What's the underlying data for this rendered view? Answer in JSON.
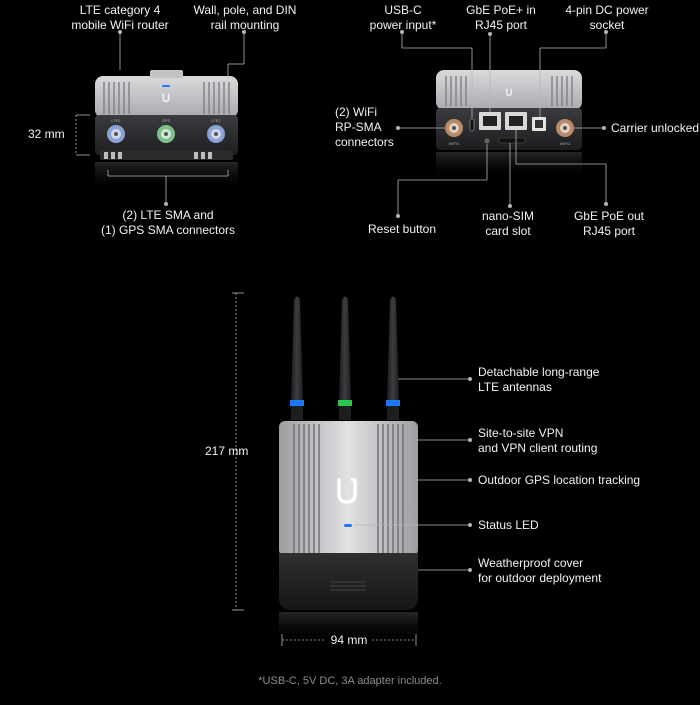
{
  "labels": {
    "lte_router": [
      "LTE category 4",
      "mobile WiFi router"
    ],
    "mounting": [
      "Wall, pole, and DIN",
      "rail mounting"
    ],
    "height_small": "32 mm",
    "lte_sma": [
      "(2) LTE SMA and",
      "(1) GPS SMA connectors"
    ],
    "usbc": [
      "USB-C",
      "power input*"
    ],
    "gbe_in": [
      "GbE PoE+ in",
      "RJ45 port"
    ],
    "dc_socket": [
      "4-pin DC power",
      "socket"
    ],
    "wifi_sma": [
      "(2) WiFi",
      "RP-SMA",
      "connectors"
    ],
    "carrier": "Carrier unlocked",
    "reset": "Reset button",
    "nanosim": [
      "nano-SIM",
      "card slot"
    ],
    "gbe_out": [
      "GbE PoE out",
      "RJ45 port"
    ],
    "antennas": [
      "Detachable long-range",
      "LTE antennas"
    ],
    "vpn": [
      "Site-to-site VPN",
      "and VPN client routing"
    ],
    "gps": "Outdoor GPS location tracking",
    "status_led": "Status LED",
    "weatherproof": [
      "Weatherproof cover",
      "for outdoor deployment"
    ],
    "height_large": "217 mm",
    "width_large": "94 mm",
    "footnote": "*USB-C, 5V DC, 3A adapter included.",
    "front_connectors": [
      "LTE1",
      "GPS",
      "LTE2"
    ],
    "rear_connectors": [
      "WIFI1",
      "WIFI2"
    ]
  },
  "colors": {
    "background": "#000000",
    "leader_line": "#b5b5b5",
    "led_blue": "#1e78ff",
    "led_green": "#28c850",
    "text": "#f2f2f2",
    "footnote": "#8c8c8c"
  },
  "icons": [
    "ubiquiti-logo-icon",
    "status-led-icon"
  ]
}
